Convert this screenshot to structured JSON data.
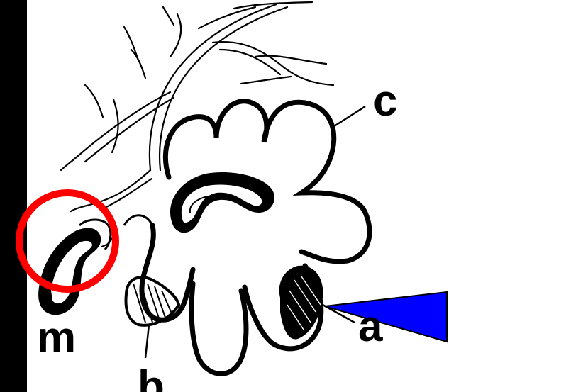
{
  "figure": {
    "background_color": "#000000",
    "panel_color": "#ffffff",
    "ink_color": "#000000",
    "labels": {
      "c": "c",
      "m": "m",
      "a": "a",
      "b": "b"
    },
    "annotations": {
      "circle_color": "#ff0000",
      "arrow_fill": "#0000ff",
      "arrow_stroke": "#000000"
    }
  }
}
